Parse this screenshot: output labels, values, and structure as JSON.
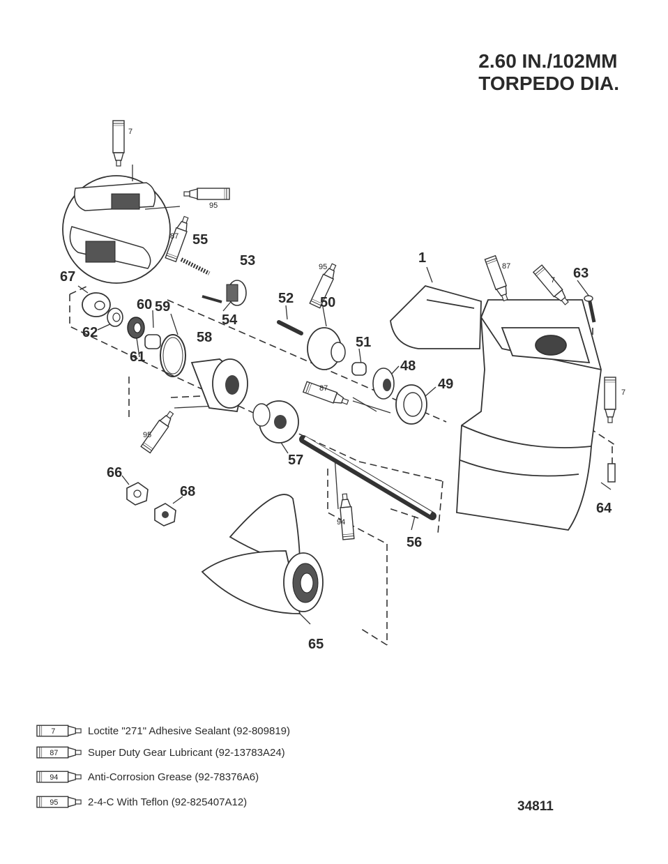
{
  "title": {
    "line1": "2.60 IN./102MM",
    "line2": "TORPEDO DIA."
  },
  "parts": {
    "p1": "1",
    "p48": "48",
    "p49": "49",
    "p50": "50",
    "p51": "51",
    "p52": "52",
    "p53": "53",
    "p54": "54",
    "p55": "55",
    "p56": "56",
    "p57": "57",
    "p58": "58",
    "p59": "59",
    "p60": "60",
    "p61": "61",
    "p62": "62",
    "p63": "63",
    "p64": "64",
    "p65": "65",
    "p66": "66",
    "p67": "67",
    "p68": "68"
  },
  "tubes": {
    "t7a": "7",
    "t95a": "95",
    "t87a": "87",
    "t95b": "95",
    "t87b": "87",
    "t7b": "7",
    "t87c": "87",
    "t7c": "7",
    "t95c": "95",
    "t94": "94"
  },
  "legend": [
    {
      "code": "7",
      "text": "Loctite \"271\" Adhesive Sealant (92-809819)"
    },
    {
      "code": "87",
      "text": "Super Duty Gear Lubricant (92-13783A24)"
    },
    {
      "code": "94",
      "text": "Anti-Corrosion Grease (92-78376A6)"
    },
    {
      "code": "95",
      "text": "2-4-C  With Teflon (92-825407A12)"
    }
  ],
  "catalog_number": "34811"
}
